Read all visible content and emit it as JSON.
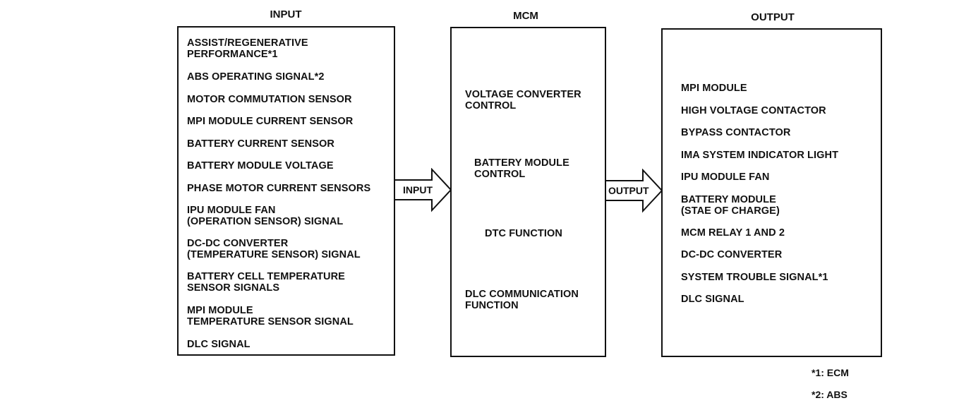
{
  "input": {
    "title": "INPUT",
    "items": [
      "ASSIST/REGENERATIVE\nPERFORMANCE*1",
      "ABS OPERATING SIGNAL*2",
      "MOTOR COMMUTATION SENSOR",
      "MPI MODULE CURRENT SENSOR",
      "BATTERY CURRENT SENSOR",
      "BATTERY MODULE VOLTAGE",
      "PHASE MOTOR CURRENT SENSORS",
      "IPU MODULE FAN\n(OPERATION SENSOR) SIGNAL",
      "DC-DC CONVERTER\n(TEMPERATURE SENSOR) SIGNAL",
      "BATTERY CELL TEMPERATURE\nSENSOR SIGNALS",
      "MPI MODULE\nTEMPERATURE SENSOR SIGNAL",
      "DLC SIGNAL"
    ]
  },
  "mcm": {
    "title": "MCM",
    "items": [
      "VOLTAGE CONVERTER\nCONTROL",
      "BATTERY MODULE\nCONTROL",
      "DTC FUNCTION",
      "DLC COMMUNICATION\nFUNCTION"
    ]
  },
  "output": {
    "title": "OUTPUT",
    "items": [
      "MPI MODULE",
      "HIGH VOLTAGE CONTACTOR",
      "BYPASS CONTACTOR",
      "IMA SYSTEM INDICATOR LIGHT",
      "IPU MODULE FAN",
      "BATTERY MODULE\n(STAE OF CHARGE)",
      "MCM RELAY 1 AND 2",
      "DC-DC CONVERTER",
      "SYSTEM TROUBLE SIGNAL*1",
      "DLC SIGNAL"
    ]
  },
  "arrows": {
    "input_label": "INPUT",
    "output_label": "OUTPUT"
  },
  "notes": {
    "note1": "*1: ECM",
    "note2": "*2: ABS"
  }
}
